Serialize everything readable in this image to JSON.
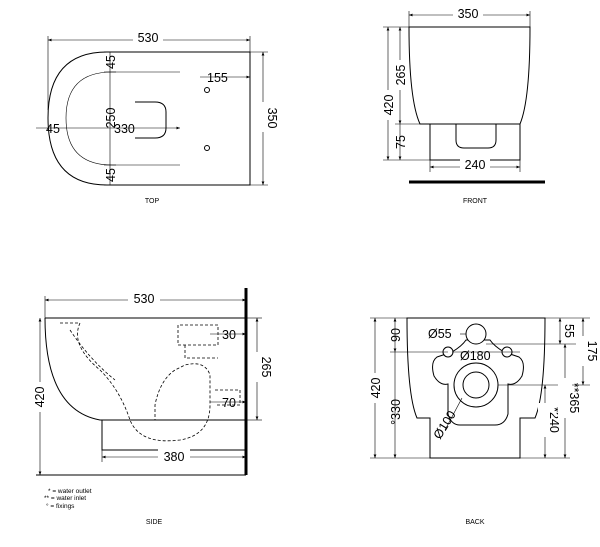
{
  "views": {
    "top": {
      "caption": "TOP",
      "dims": [
        "530",
        "155",
        "45",
        "250",
        "45",
        "45",
        "330",
        "350"
      ]
    },
    "front": {
      "caption": "FRONT",
      "dims": [
        "350",
        "420",
        "265",
        "75",
        "240"
      ]
    },
    "side": {
      "caption": "SIDE",
      "dims": [
        "530",
        "420",
        "265",
        "30",
        "70",
        "380"
      ]
    },
    "back": {
      "caption": "BACK",
      "dims": [
        "Ø55",
        "Ø180",
        "Ø100",
        "90",
        "55",
        "175",
        "420",
        "°330",
        "*240",
        "**365"
      ]
    }
  },
  "legend": [
    "* = water outlet",
    "** = water inlet",
    "° = fixings"
  ]
}
